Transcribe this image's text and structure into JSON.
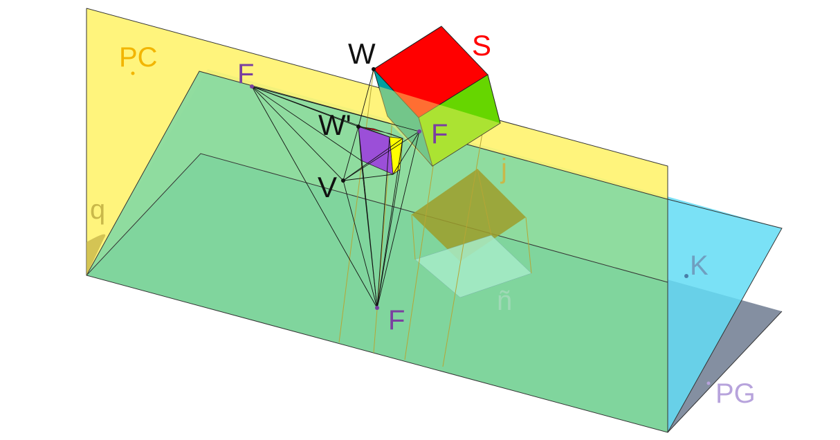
{
  "labels": {
    "plane_vertical": "PC",
    "plane_ground": "PG",
    "cube": "S",
    "vertex_w": "W",
    "vertex_w_prime": "W'",
    "viewpoint_v": "V",
    "vanishing_f_left": "F",
    "vanishing_f_right": "F",
    "vanishing_f_bottom": "F",
    "plane_k": "K",
    "shadow_j": "j",
    "shadow_n": "ñ",
    "angle_q": "q"
  },
  "colors": {
    "plane_vertical": "#fff36e",
    "plane_ground": "#6f7b91",
    "plane_k": "#63dcf5",
    "plane_middle": "#7ed8a6",
    "cube_top": "#ff0000",
    "cube_right": "#66d600",
    "cube_left": "#00a0a0",
    "proj_left": "#9b4fd8",
    "proj_right": "#ffff00",
    "label_purple": "#7a3fa0",
    "label_orange": "#f2b500",
    "label_red": "#ff0000",
    "label_lavender": "#b7a3dc",
    "label_blue": "#6f9fc0",
    "label_olive": "#c9b84a",
    "label_green": "#9fd9b6"
  }
}
